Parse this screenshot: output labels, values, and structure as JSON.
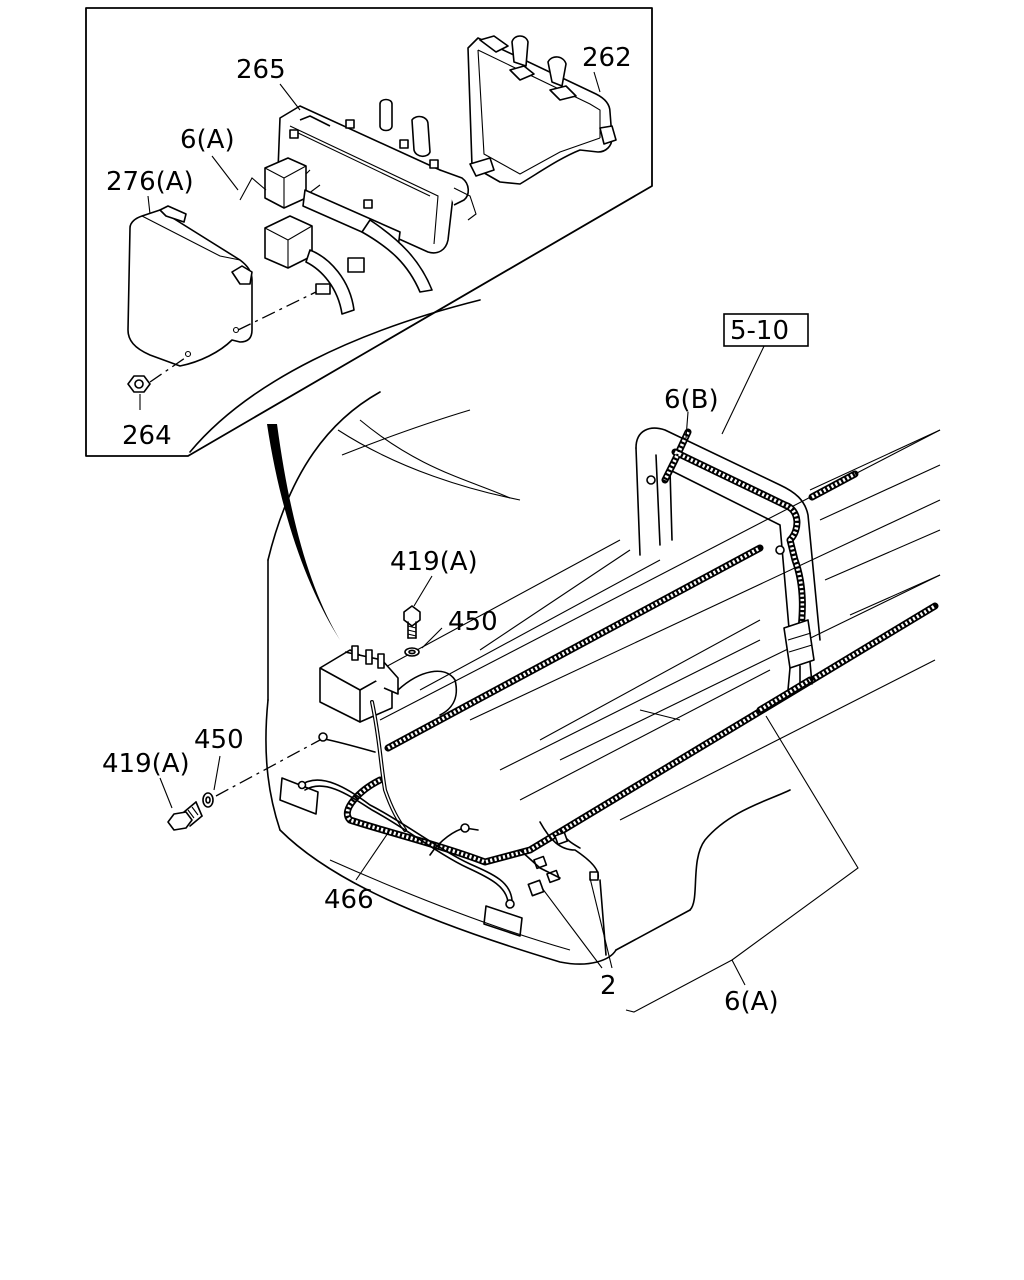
{
  "diagram": {
    "ref_box": "5-10",
    "callouts": {
      "c265": "265",
      "c262": "262",
      "c6a_inset": "6(A)",
      "c276a": "276(A)",
      "c264": "264",
      "c6b": "6(B)",
      "c419a_top": "419(A)",
      "c450_top": "450",
      "c419a_left": "419(A)",
      "c450_left": "450",
      "c466": "466",
      "c2": "2",
      "c6a_bottom": "6(A)"
    }
  }
}
